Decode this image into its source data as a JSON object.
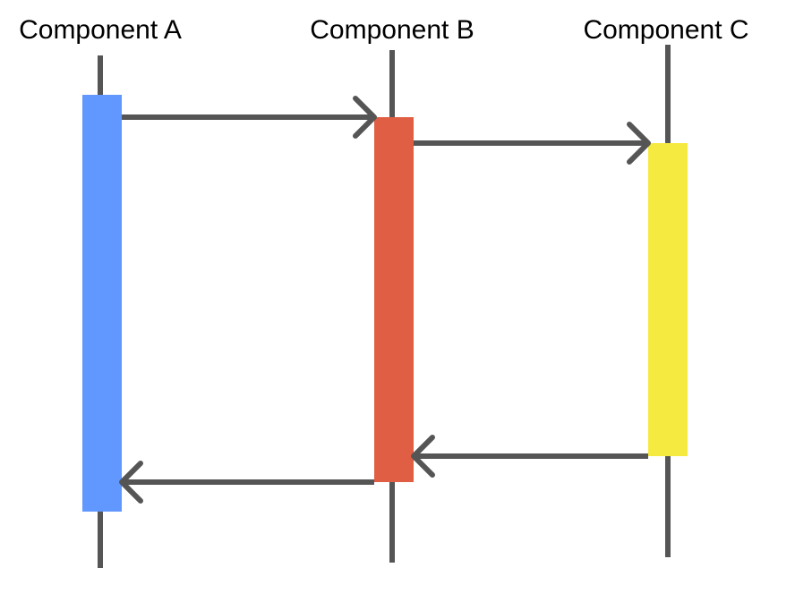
{
  "diagram": {
    "components": [
      {
        "id": "a",
        "label": "Component A",
        "color": "#6198FF"
      },
      {
        "id": "b",
        "label": "Component B",
        "color": "#E05E43"
      },
      {
        "id": "c",
        "label": "Component C",
        "color": "#F5EA3F"
      }
    ],
    "messages": [
      {
        "from": "a",
        "to": "b",
        "direction": "forward"
      },
      {
        "from": "b",
        "to": "c",
        "direction": "forward"
      },
      {
        "from": "c",
        "to": "b",
        "direction": "return"
      },
      {
        "from": "b",
        "to": "a",
        "direction": "return"
      }
    ],
    "colors": {
      "lifeline": "#555555",
      "arrow": "#555555",
      "background": "#FFFFFF"
    }
  }
}
